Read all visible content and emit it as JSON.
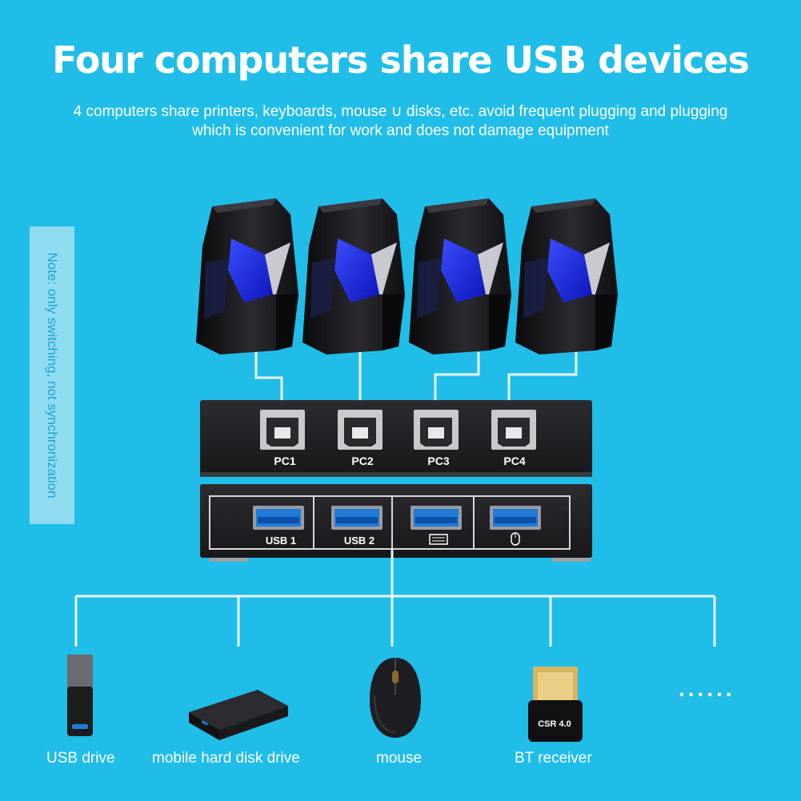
{
  "title": "Four computers share USB devices",
  "subtitle_line1": "4 computers share printers, keyboards, mouse ∪ disks, etc. avoid frequent plugging and plugging",
  "subtitle_line2": "which is convenient for work and does not damage equipment",
  "note": "Note: only switching, not synchronization",
  "pc_ports": [
    "PC1",
    "PC2",
    "PC3",
    "PC4"
  ],
  "usb_ports": [
    "USB 1",
    "USB 2"
  ],
  "usb_port_icons": [
    "keyboard-icon",
    "mouse-icon"
  ],
  "devices": [
    {
      "label": "USB drive",
      "icon": "usb-drive-icon"
    },
    {
      "label": "mobile hard disk drive",
      "icon": "hard-disk-icon"
    },
    {
      "label": "mouse",
      "icon": "mouse-icon"
    },
    {
      "label": "BT receiver",
      "icon": "bluetooth-receiver-icon"
    }
  ],
  "bt_receiver_text": "CSR 4.0",
  "more_devices": "......",
  "colors": {
    "background": "#20bde8",
    "device_body": "#1c1c1e",
    "led": "#2a3cf0",
    "usb_blue": "#1f7bd6"
  }
}
